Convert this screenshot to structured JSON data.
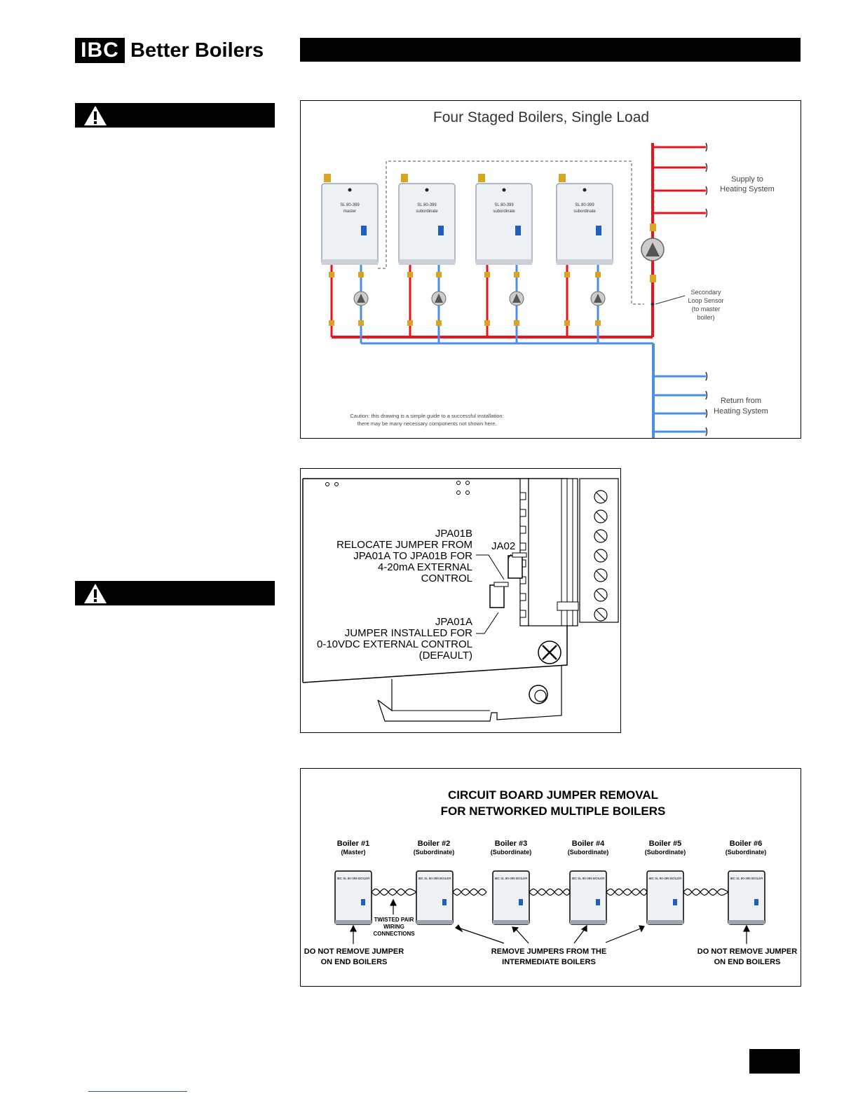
{
  "header": {
    "logo_mark": "IBC",
    "logo_text": "Better Boilers"
  },
  "figure1": {
    "title": "Four Staged Boilers, Single Load",
    "boilers": [
      {
        "model": "SL 80-399",
        "role": "master"
      },
      {
        "model": "SL 80-399",
        "role": "subordinate"
      },
      {
        "model": "SL 80-399",
        "role": "subordinate"
      },
      {
        "model": "SL 80-399",
        "role": "subordinate"
      }
    ],
    "supply_label_1": "Supply to",
    "supply_label_2": "Heating System",
    "sensor_label_1": "Secondary",
    "sensor_label_2": "Loop Sensor",
    "sensor_label_3": "(to master",
    "sensor_label_4": "boiler)",
    "return_label_1": "Return from",
    "return_label_2": "Heating System",
    "caution_1": "Caution: this drawing is a simple guide to a successful installation:",
    "caution_2": "there may be many necessary components not shown here.",
    "colors": {
      "supply": "#e8141c",
      "return": "#4a8ee6"
    }
  },
  "figure2": {
    "jpa01b_1": "JPA01B",
    "jpa01b_2": "RELOCATE JUMPER FROM",
    "jpa01b_3": "JPA01A TO JPA01B FOR",
    "jpa01b_4": "4-20mA EXTERNAL",
    "jpa01b_5": "CONTROL",
    "ja02": "JA02",
    "jpa01a_1": "JPA01A",
    "jpa01a_2": "JUMPER INSTALLED FOR",
    "jpa01a_3": "0-10VDC EXTERNAL CONTROL",
    "jpa01a_4": "(DEFAULT)"
  },
  "figure3": {
    "title_1": "CIRCUIT BOARD JUMPER REMOVAL",
    "title_2": "FOR NETWORKED MULTIPLE BOILERS",
    "boilers": [
      {
        "name": "Boiler #1",
        "role": "(Master)",
        "plate": "IBC SL 80-399 BOILER"
      },
      {
        "name": "Boiler #2",
        "role": "(Subordinate)",
        "plate": "IBC SL 80-399 BOILER"
      },
      {
        "name": "Boiler #3",
        "role": "(Subordinate)",
        "plate": "IBC SL 80-399 BOILER"
      },
      {
        "name": "Boiler #4",
        "role": "(Subordinate)",
        "plate": "IBC SL 80-399 BOILER"
      },
      {
        "name": "Boiler #5",
        "role": "(Subordinate)",
        "plate": "IBC SL 80-399 BOILER"
      },
      {
        "name": "Boiler #6",
        "role": "(Subordinate)",
        "plate": "IBC SL 80-399 BOILER"
      }
    ],
    "twisted_1": "TWISTED PAIR",
    "twisted_2": "WIRING",
    "twisted_3": "CONNECTIONS",
    "left_note_1": "DO NOT REMOVE JUMPER",
    "left_note_2": "ON END BOILERS",
    "mid_note_1": "REMOVE JUMPERS FROM THE",
    "mid_note_2": "INTERMEDIATE  BOILERS",
    "right_note_1": "DO NOT REMOVE JUMPER",
    "right_note_2": "ON END BOILERS"
  }
}
